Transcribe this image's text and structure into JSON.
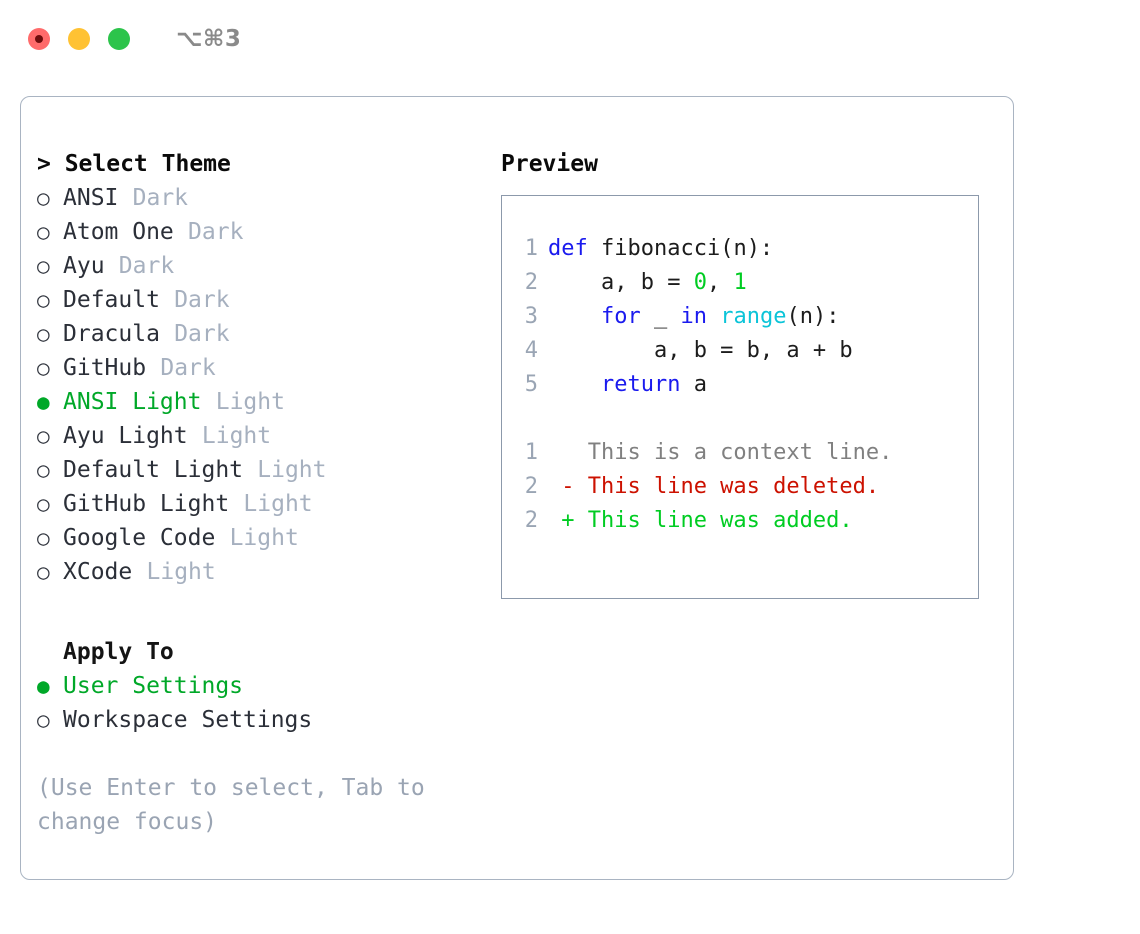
{
  "titlebar": {
    "shortcut": "⌥⌘3",
    "lights": [
      {
        "name": "close",
        "color": "#ff6b6b"
      },
      {
        "name": "minimize",
        "color": "#ffc233"
      },
      {
        "name": "maximize",
        "color": "#2cc44b"
      }
    ]
  },
  "colors": {
    "accent_green": "#00a828",
    "muted": "#a6b0bf",
    "hint": "#9aa4b3",
    "panel_border": "#a9b4c2",
    "code_border": "#8c99ab",
    "keyword": "#1a1aee",
    "function": "#0bc4d8",
    "number": "#00cc22",
    "diff_added": "#00cc22",
    "diff_deleted": "#cc1100",
    "diff_context": "#808080",
    "line_number": "#9aa5b4"
  },
  "theme_list": {
    "prompt": ">",
    "title": "Select Theme",
    "header": "> Select Theme",
    "bullet_selected": "●",
    "bullet_unselected": "○",
    "items": [
      {
        "name": "ANSI",
        "kind": "Dark",
        "selected": false
      },
      {
        "name": "Atom One",
        "kind": "Dark",
        "selected": false
      },
      {
        "name": "Ayu",
        "kind": "Dark",
        "selected": false
      },
      {
        "name": "Default",
        "kind": "Dark",
        "selected": false
      },
      {
        "name": "Dracula",
        "kind": "Dark",
        "selected": false
      },
      {
        "name": "GitHub",
        "kind": "Dark",
        "selected": false
      },
      {
        "name": "ANSI Light",
        "kind": "Light",
        "selected": true
      },
      {
        "name": "Ayu Light",
        "kind": "Light",
        "selected": false
      },
      {
        "name": "Default Light",
        "kind": "Light",
        "selected": false
      },
      {
        "name": "GitHub Light",
        "kind": "Light",
        "selected": false
      },
      {
        "name": "Google Code",
        "kind": "Light",
        "selected": false
      },
      {
        "name": "XCode",
        "kind": "Light",
        "selected": false
      }
    ]
  },
  "apply_to": {
    "title": "Apply To",
    "items": [
      {
        "name": "User Settings",
        "selected": true
      },
      {
        "name": "Workspace Settings",
        "selected": false
      }
    ]
  },
  "hint": "(Use Enter to select, Tab to change focus)",
  "preview": {
    "title": "Preview",
    "code_lines": [
      {
        "number": "1",
        "tokens": [
          {
            "t": "def",
            "c": "tok-kw"
          },
          {
            "t": " fibonacci(n):",
            "c": "tok-id"
          }
        ]
      },
      {
        "number": "2",
        "tokens": [
          {
            "t": "    a, b = ",
            "c": "tok-id"
          },
          {
            "t": "0",
            "c": "tok-num"
          },
          {
            "t": ", ",
            "c": "tok-id"
          },
          {
            "t": "1",
            "c": "tok-num"
          }
        ]
      },
      {
        "number": "3",
        "tokens": [
          {
            "t": "    ",
            "c": "tok-id"
          },
          {
            "t": "for",
            "c": "tok-kw"
          },
          {
            "t": " _ ",
            "c": "tok-id"
          },
          {
            "t": "in",
            "c": "tok-kw"
          },
          {
            "t": " ",
            "c": "tok-id"
          },
          {
            "t": "range",
            "c": "tok-fn"
          },
          {
            "t": "(n):",
            "c": "tok-id"
          }
        ]
      },
      {
        "number": "4",
        "tokens": [
          {
            "t": "        a, b = b, a + b",
            "c": "tok-id"
          }
        ]
      },
      {
        "number": "5",
        "tokens": [
          {
            "t": "    ",
            "c": "tok-id"
          },
          {
            "t": "return",
            "c": "tok-kw"
          },
          {
            "t": " a",
            "c": "tok-id"
          }
        ]
      }
    ],
    "diff_lines": [
      {
        "number": "1",
        "marker": " ",
        "text": "This is a context line.",
        "cls": "diff-ctx"
      },
      {
        "number": "2",
        "marker": "-",
        "text": "This line was deleted.",
        "cls": "diff-del"
      },
      {
        "number": "2",
        "marker": "+",
        "text": "This line was added.",
        "cls": "diff-add"
      }
    ]
  }
}
